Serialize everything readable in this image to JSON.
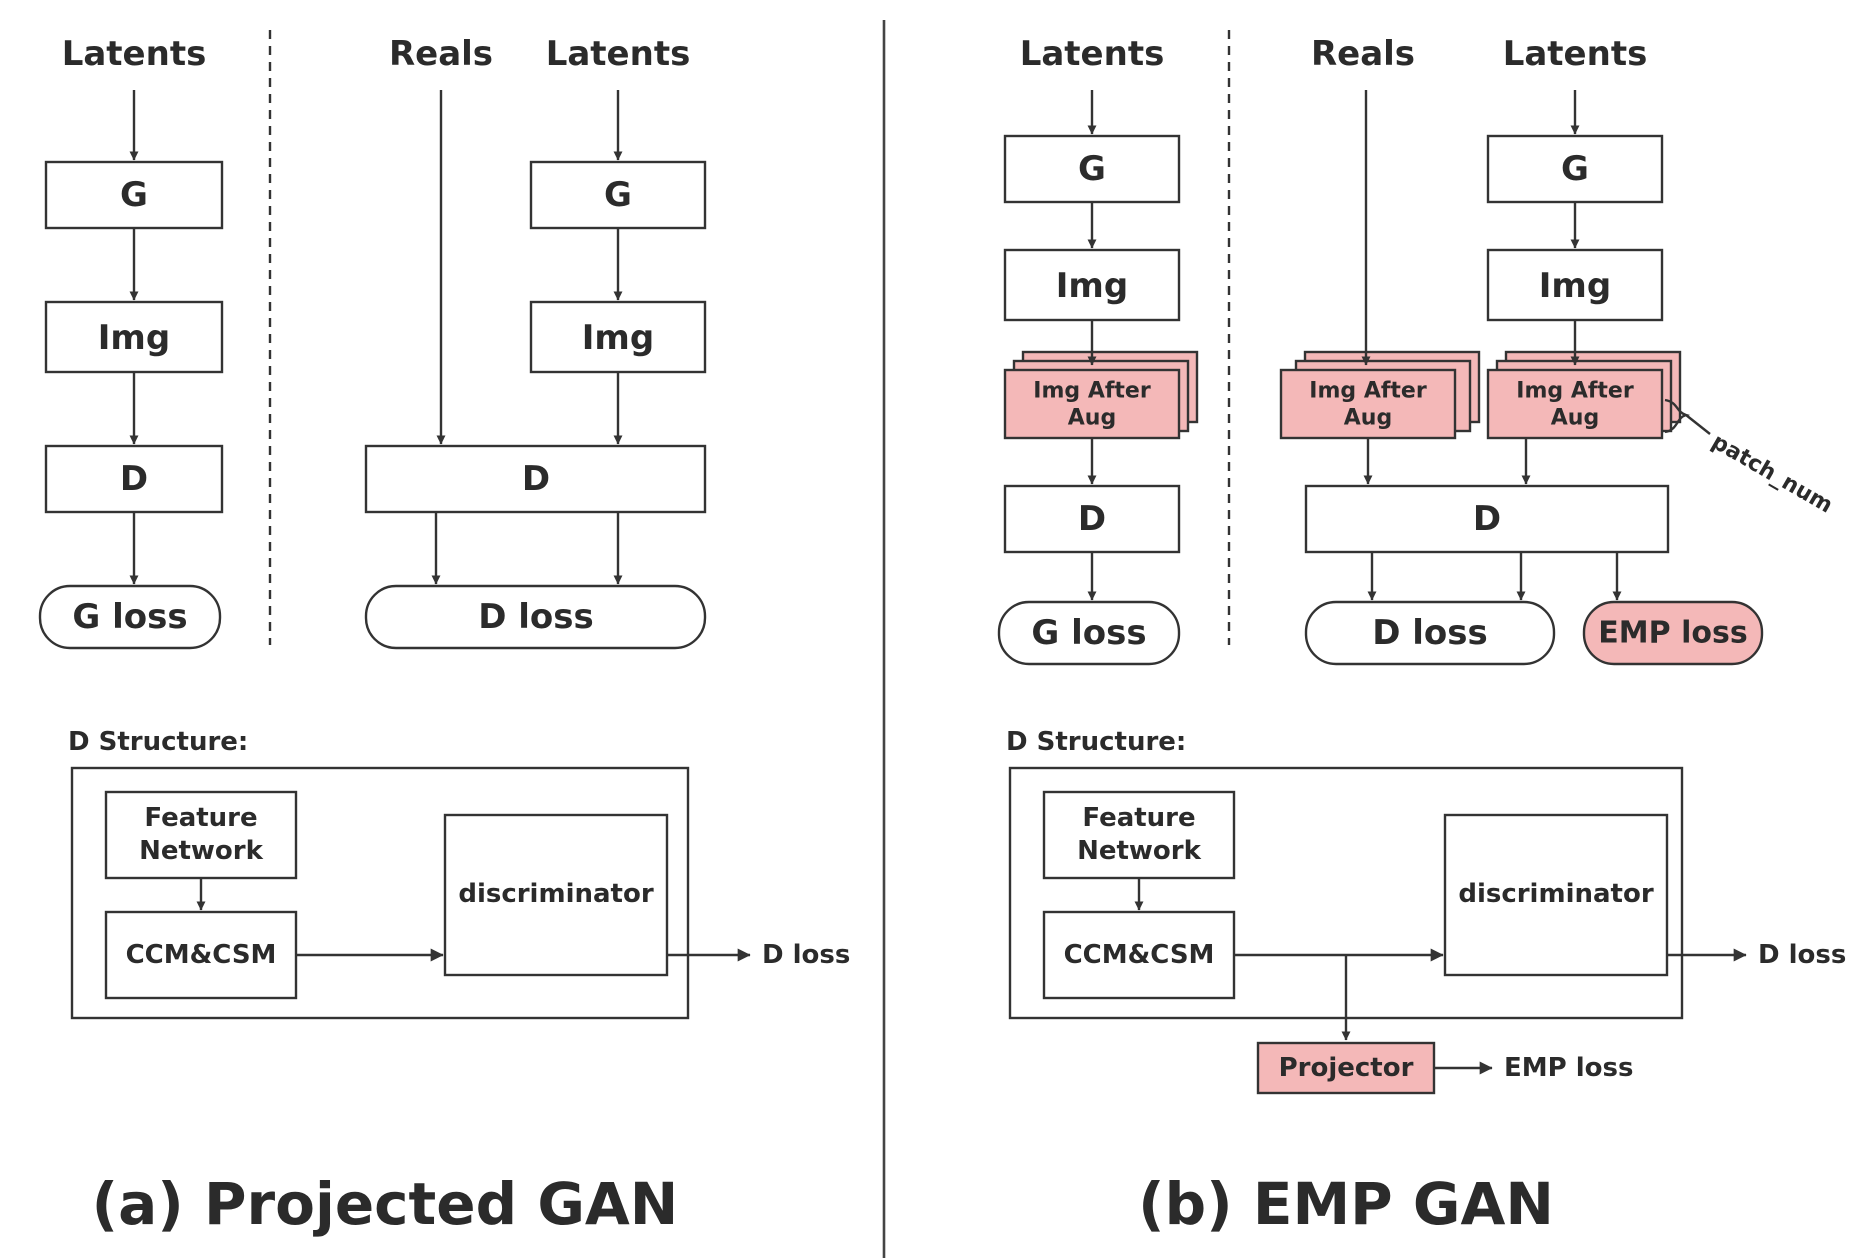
{
  "panel_a": {
    "generator_branch": {
      "input": "Latents",
      "g": "G",
      "img": "Img",
      "d": "D",
      "loss": "G loss"
    },
    "discriminator_branch": {
      "reals": "Reals",
      "latents": "Latents",
      "g": "G",
      "img": "Img",
      "d": "D",
      "loss": "D loss"
    },
    "d_structure": {
      "title": "D Structure:",
      "feature_network": [
        "Feature",
        "Network"
      ],
      "ccm": "CCM&CSM",
      "discriminator": "discriminator",
      "output": "D loss"
    },
    "caption": "(a) Projected GAN"
  },
  "panel_b": {
    "generator_branch": {
      "input": "Latents",
      "g": "G",
      "img": "Img",
      "aug": [
        "Img After",
        "Aug"
      ],
      "d": "D",
      "loss": "G loss"
    },
    "discriminator_branch": {
      "reals": "Reals",
      "latents": "Latents",
      "g": "G",
      "img": "Img",
      "aug_real": [
        "Img After",
        "Aug"
      ],
      "aug_fake": [
        "Img After",
        "Aug"
      ],
      "patch_num": "patch_num",
      "d": "D",
      "d_loss": "D loss",
      "emp_loss": "EMP loss"
    },
    "d_structure": {
      "title": "D Structure:",
      "feature_network": [
        "Feature",
        "Network"
      ],
      "ccm": "CCM&CSM",
      "discriminator": "discriminator",
      "output": "D loss",
      "projector": "Projector",
      "projector_output": "EMP loss"
    },
    "caption": "(b) EMP GAN"
  },
  "colors": {
    "highlight_fill": "#f4b8b8",
    "stroke": "#333333",
    "text": "#2b2b2b"
  }
}
